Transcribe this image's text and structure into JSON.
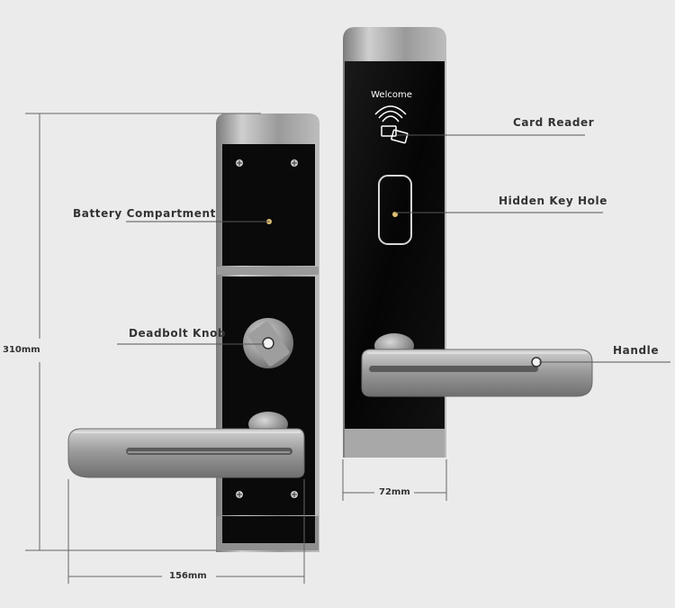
{
  "labels": {
    "card_reader": "Card Reader",
    "hidden_key_hole": "Hidden Key Hole",
    "battery_compartment": "Battery Compartment",
    "deadbolt_knob": "Deadbolt Knob",
    "handle": "Handle"
  },
  "screen_text": "Welcome",
  "dimensions": {
    "height": "310mm",
    "back_width": "156mm",
    "front_width": "72mm"
  },
  "colors": {
    "background": "#ebebeb",
    "panel": "#0a0a0a",
    "steel": "#a5a5a5",
    "line": "#555555"
  }
}
